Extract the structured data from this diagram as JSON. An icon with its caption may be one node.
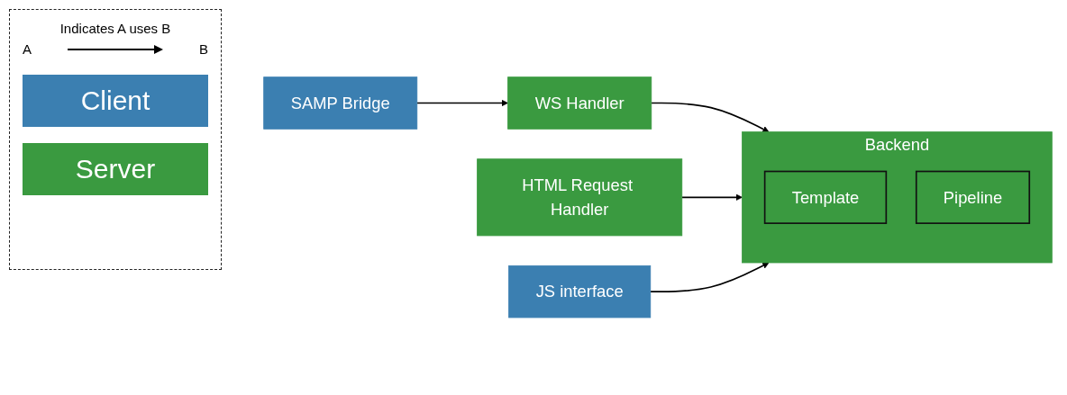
{
  "diagram": {
    "nodes": [
      {
        "text": [
          "SAMP Bridge"
        ]
      },
      {
        "text": [
          "WS Handler"
        ]
      },
      {
        "text": [
          "HTML Request Handler"
        ]
      },
      {
        "text": [
          "JS interface"
        ]
      },
      {
        "text": [
          "Backend"
        ]
      },
      {
        "text": [
          "Template"
        ],
        "in": 4
      },
      {
        "text": [
          "Pipeline"
        ],
        "in": 4
      }
    ],
    "edges": [
      {
        "from": 0,
        "to": 1,
        "arrow": "to"
      },
      {
        "from": 1,
        "to": 4,
        "arrow": "to"
      },
      {
        "from": 2,
        "to": 4,
        "arrow": "to"
      },
      {
        "from": 3,
        "to": 4,
        "arrow": "to"
      }
    ],
    "labels": [
      "A",
      "B"
    ],
    "legend": [
      {
        "text": "Indicates A uses B"
      },
      {
        "text": "Client",
        "color": "#3b7fb1"
      },
      {
        "text": "Server",
        "color": "#3a9a40"
      }
    ]
  }
}
